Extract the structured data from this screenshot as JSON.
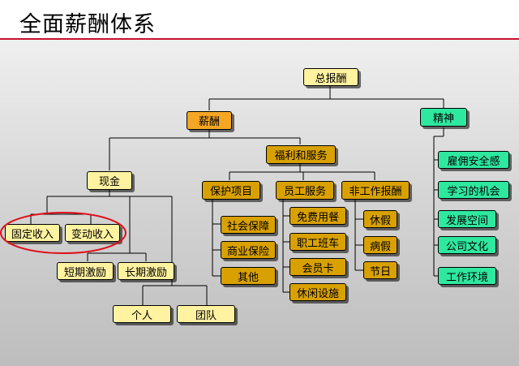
{
  "title": "全面薪酬体系",
  "nodes": {
    "root": "总报酬",
    "salary": "薪酬",
    "spirit": "精神",
    "welfare_service": "福利和服务",
    "cash": "现金",
    "fixed_income": "固定收入",
    "variable_income": "变动收入",
    "short_term_incentive": "短期激励",
    "long_term_incentive": "长期激励",
    "individual": "个人",
    "team": "团队",
    "protection_items": "保护项目",
    "employee_services": "员工服务",
    "non_work_pay": "非工作报酬",
    "social_insurance": "社会保障",
    "commercial_insurance": "商业保险",
    "other": "其他",
    "free_meals": "免费用餐",
    "staff_shuttle": "职工班车",
    "membership_card": "会员卡",
    "leisure_facilities": "休闲设施",
    "vacation": "休假",
    "sick_leave": "病假",
    "holidays": "节日",
    "employment_security": "雇佣安全感",
    "learning_opportunity": "学习的机会",
    "development_space": "发展空间",
    "company_culture": "公司文化",
    "work_environment": "工作环境"
  },
  "colors": {
    "title_rule": "#c8102e",
    "root_fill": "#fff2a0",
    "salary_fill": "#f5a623",
    "spirit_fill": "#2ee8a0",
    "benefit_fill": "#d9a100",
    "highlight_ring": "#e0101a"
  }
}
